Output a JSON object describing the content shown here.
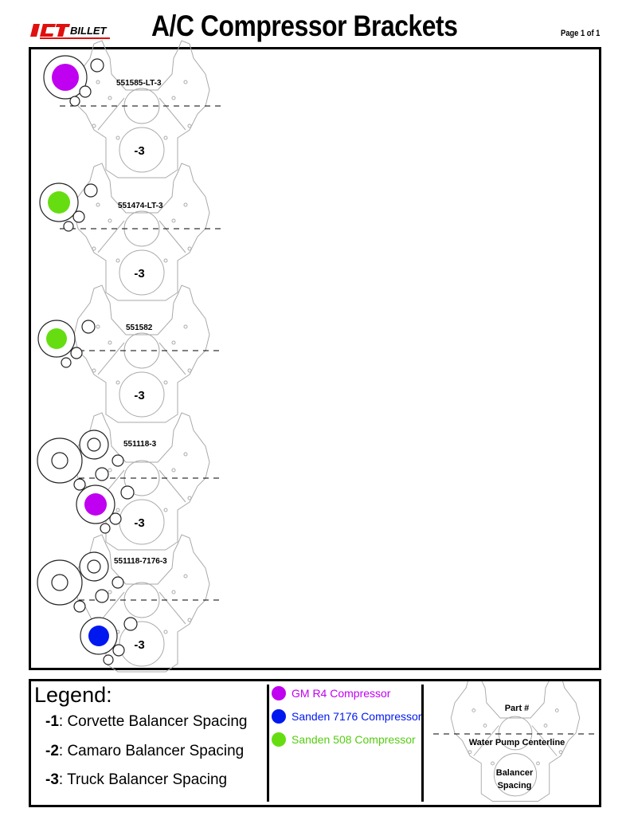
{
  "header": {
    "logo_text": "ICT BILLET",
    "title": "A/C Compressor Brackets",
    "page": "Page 1 of 1"
  },
  "colors": {
    "gm_r4": "#c000f0",
    "sanden_7176": "#0018f0",
    "sanden_508": "#66dd11"
  },
  "diagrams": [
    {
      "part": "551585-LT-3",
      "spacing": "-3",
      "compressor": "gm_r4"
    },
    {
      "part": "551474-LT-3",
      "spacing": "-3",
      "compressor": "sanden_508"
    },
    {
      "part": "551582",
      "spacing": "-3",
      "compressor": "sanden_508"
    },
    {
      "part": "551118-3",
      "spacing": "-3",
      "compressor": "gm_r4"
    },
    {
      "part": "551118-7176-3",
      "spacing": "-3",
      "compressor": "sanden_7176"
    }
  ],
  "legend": {
    "title": "Legend:",
    "spacings": [
      {
        "code": "-1",
        "label": ": Corvette Balancer Spacing"
      },
      {
        "code": "-2",
        "label": ": Camaro Balancer Spacing"
      },
      {
        "code": "-3",
        "label": ": Truck Balancer Spacing"
      }
    ],
    "compressors": [
      {
        "label": "GM R4 Compressor",
        "color": "#c000f0"
      },
      {
        "label": "Sanden 7176 Compressor",
        "color": "#0018f0"
      },
      {
        "label": "Sanden 508 Compressor",
        "color": "#66dd11"
      }
    ],
    "key": {
      "part": "Part #",
      "centerline": "Water Pump Centerline",
      "balancer1": "Balancer",
      "balancer2": "Spacing"
    }
  }
}
